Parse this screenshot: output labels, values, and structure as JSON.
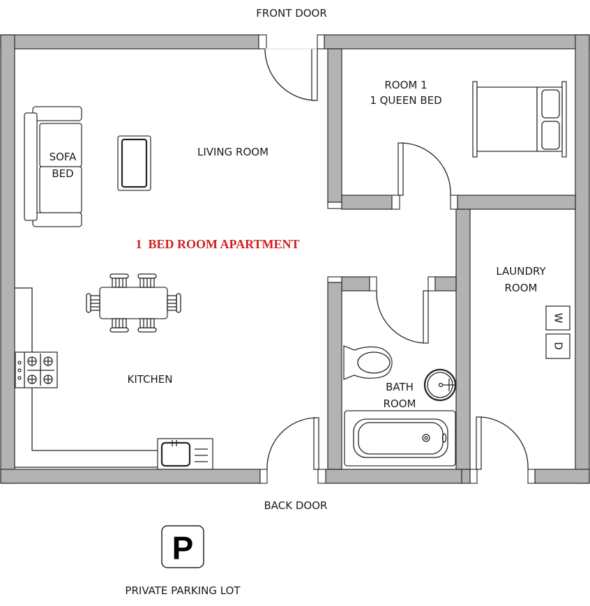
{
  "plan": {
    "title": "1  BED ROOM APARTMENT",
    "title_color": "#d0201f",
    "wall_color": "#b3b3b3",
    "labels": {
      "front_door": "FRONT DOOR",
      "back_door": "BACK DOOR",
      "living_room": "LIVING ROOM",
      "sofa_line1": "SOFA",
      "sofa_line2": "BED",
      "room1_line1": "ROOM 1",
      "room1_line2": "1 QUEEN BED",
      "kitchen": "KITCHEN",
      "laundry_line1": "LAUNDRY",
      "laundry_line2": "ROOM",
      "bath_line1": "BATH",
      "bath_line2": "ROOM",
      "washer": "W",
      "dryer": "D"
    }
  },
  "parking": {
    "icon_letter": "P",
    "label": "PRIVATE PARKING LOT"
  }
}
